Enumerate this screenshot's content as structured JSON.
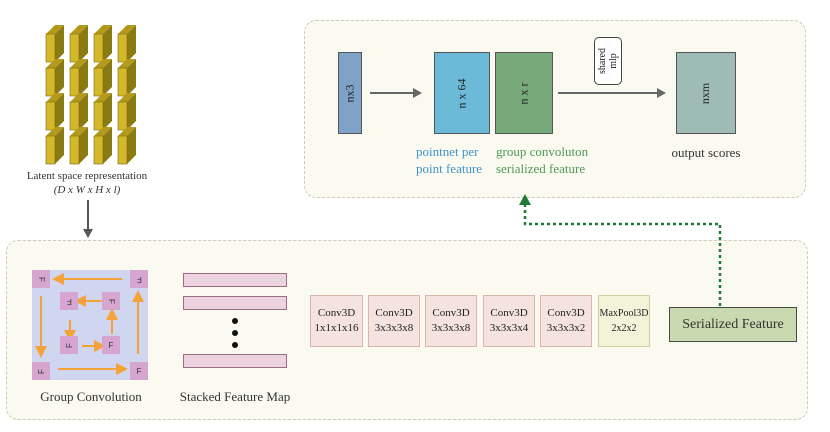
{
  "latent": {
    "title": "Latent space representation",
    "dims": "(D x W x H x l)"
  },
  "pipeline": {
    "input_box": "nx3",
    "pointnet_box": "n x 64",
    "group_box": "n x r",
    "shared_mlp": "shared mlp",
    "output_box": "nxm",
    "pointnet_caption": "pointnet  per point feature",
    "group_caption": "group convoluton serialized feature",
    "output_caption": "output scores"
  },
  "group_conv": {
    "caption": "Group Convolution",
    "cell_letter": "F"
  },
  "stacked": {
    "caption": "Stacked Feature Map"
  },
  "conv_blocks": [
    {
      "name": "Conv3D",
      "size": "1x1x1x16"
    },
    {
      "name": "Conv3D",
      "size": "3x3x3x8"
    },
    {
      "name": "Conv3D",
      "size": "3x3x3x8"
    },
    {
      "name": "Conv3D",
      "size": "3x3x3x4"
    },
    {
      "name": "Conv3D",
      "size": "3x3x3x2"
    },
    {
      "name": "MaxPool3D",
      "size": "2x2x2"
    }
  ],
  "serialized_feature": "Serialized Feature",
  "colors": {
    "input_box": "#7fa3c8",
    "pointnet_box": "#6bbad8",
    "group_box": "#77a97b",
    "output_box": "#9ebcb5",
    "serialized_box": "#c9d9b0",
    "caption_blue": "#3f93c7",
    "caption_green": "#4e9a55",
    "cube": "#d4b82a",
    "arrow_orange": "#f5a23a",
    "dotted_green": "#1f7a35"
  }
}
